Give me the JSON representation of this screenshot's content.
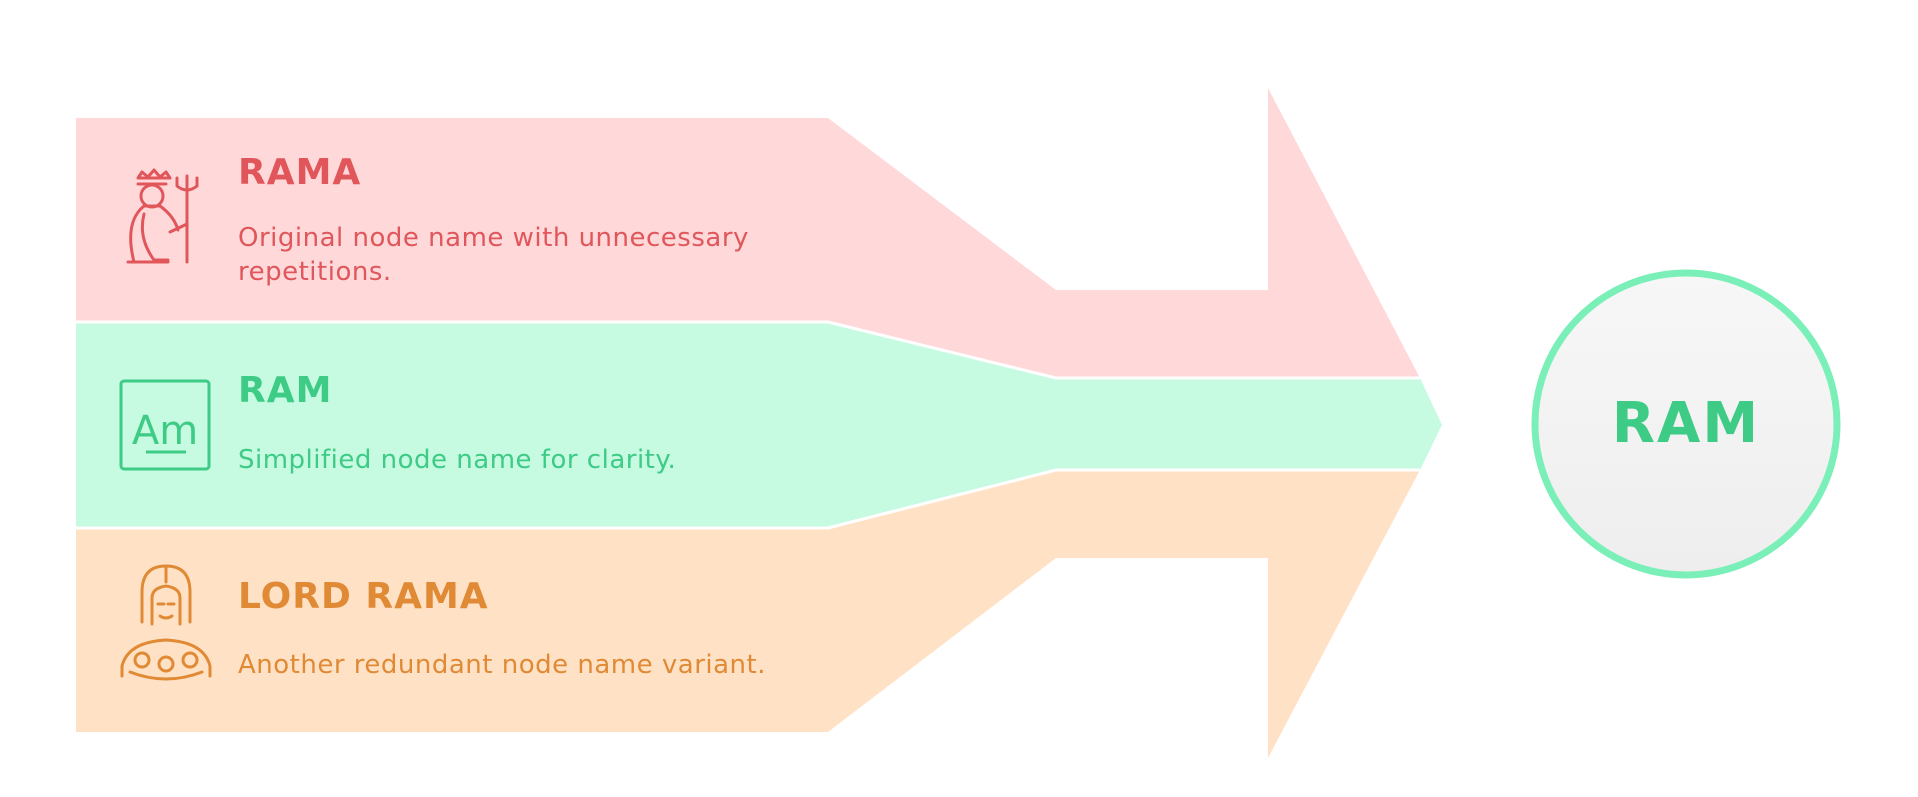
{
  "nodes": [
    {
      "title": "RAMA",
      "description": "Original node name with unnecessary repetitions.",
      "icon": "crowned-figure-with-trident-icon",
      "text_color": "#e0565b",
      "fill_color": "#ffd9d9"
    },
    {
      "title": "RAM",
      "description": "Simplified node name for clarity.",
      "icon": "text-box-am-icon",
      "text_color": "#3dcb85",
      "fill_color": "#c6fbe2"
    },
    {
      "title": "LORD RAMA",
      "description": "Another redundant node name variant.",
      "icon": "helmeted-figure-icon",
      "text_color": "#e08a35",
      "fill_color": "#ffe2c6"
    }
  ],
  "result": {
    "label": "RAM",
    "text_color": "#3dcb85",
    "ring_color": "#7af0b8",
    "fill_color": "#f2f2f2"
  }
}
